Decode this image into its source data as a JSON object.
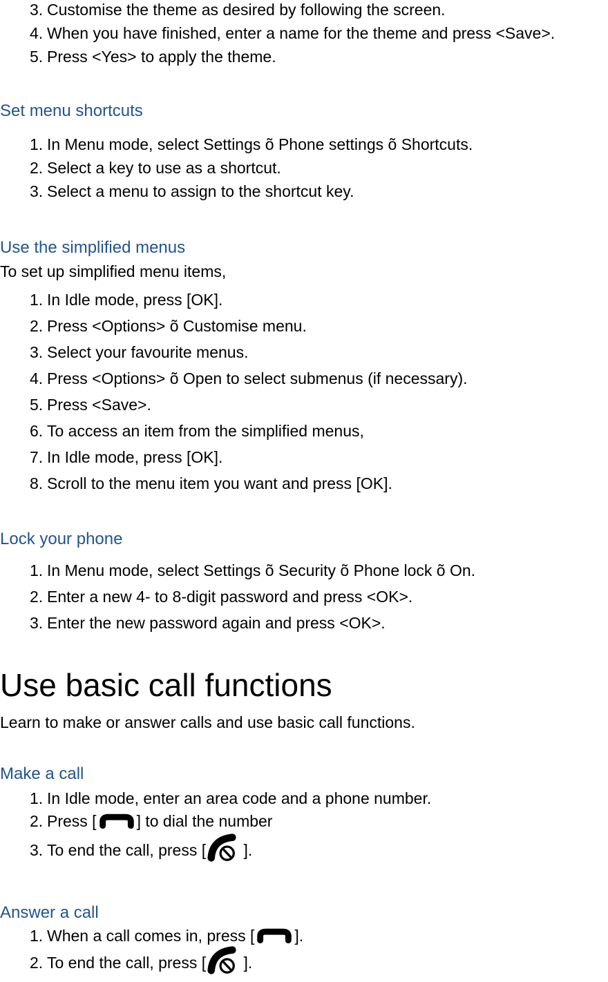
{
  "accent_color": "#23548C",
  "theme_list": {
    "items": [
      {
        "num": "3.",
        "text": "Customise the theme as desired by following the screen."
      },
      {
        "num": "4.",
        "text": "When you have finished, enter a name for the theme and press <Save>."
      },
      {
        "num": "5.",
        "text": "Press <Yes> to apply the theme."
      }
    ]
  },
  "sections": [
    {
      "heading": "Set menu shortcuts",
      "items": [
        {
          "num": "1.",
          "text": "In Menu mode, select Settings õ Phone settings õ Shortcuts."
        },
        {
          "num": "2.",
          "text": "Select a key to use as a shortcut."
        },
        {
          "num": "3.",
          "text": "Select a menu to assign to the shortcut key."
        }
      ]
    },
    {
      "heading": "Use the simplified menus",
      "intro": "To set up simplified menu items,",
      "items": [
        {
          "num": "1.",
          "text": "In Idle mode, press [OK]."
        },
        {
          "num": "2.",
          "text": "Press <Options> õ Customise menu."
        },
        {
          "num": "3.",
          "text": "Select your favourite menus."
        },
        {
          "num": "4.",
          "text": "Press <Options> õ Open to select submenus (if necessary)."
        },
        {
          "num": "5.",
          "text": "Press <Save>."
        },
        {
          "num": "6.",
          "text": "To access an item from the simplified menus,"
        },
        {
          "num": "7.",
          "text": "In Idle mode, press [OK]."
        },
        {
          "num": "8.",
          "text": "Scroll to the menu item you want and press [OK]."
        }
      ]
    },
    {
      "heading": "Lock your phone",
      "items": [
        {
          "num": "1.",
          "text": "In Menu mode, select Settings õ Security õ Phone lock õ On."
        },
        {
          "num": "2.",
          "text": "Enter a new 4- to 8-digit password and press <OK>."
        },
        {
          "num": "3.",
          "text": "Enter the new password again and press <OK>."
        }
      ]
    }
  ],
  "chapter": {
    "title": "Use basic call functions",
    "subtitle": "Learn to make or answer calls and use basic call functions.",
    "make_a_call": {
      "heading": "Make a call",
      "items": [
        {
          "num": "1.",
          "text": "In Idle mode, enter an area code and a phone number."
        },
        {
          "num": "2.",
          "prefix": "Press [",
          "icon": "dial-key-icon",
          "suffix": "] to dial the number"
        },
        {
          "num": "3.",
          "prefix": "To end the call, press [",
          "icon": "end-call-key-icon",
          "suffix": " ]."
        }
      ]
    },
    "answer_a_call": {
      "heading": "Answer a call",
      "items": [
        {
          "num": "1.",
          "prefix": "When a call comes in, press [",
          "icon": "dial-key-icon",
          "suffix": "]."
        },
        {
          "num": "2.",
          "prefix": "To end the call, press [",
          "icon": "end-call-key-icon",
          "suffix": " ]."
        }
      ]
    }
  }
}
